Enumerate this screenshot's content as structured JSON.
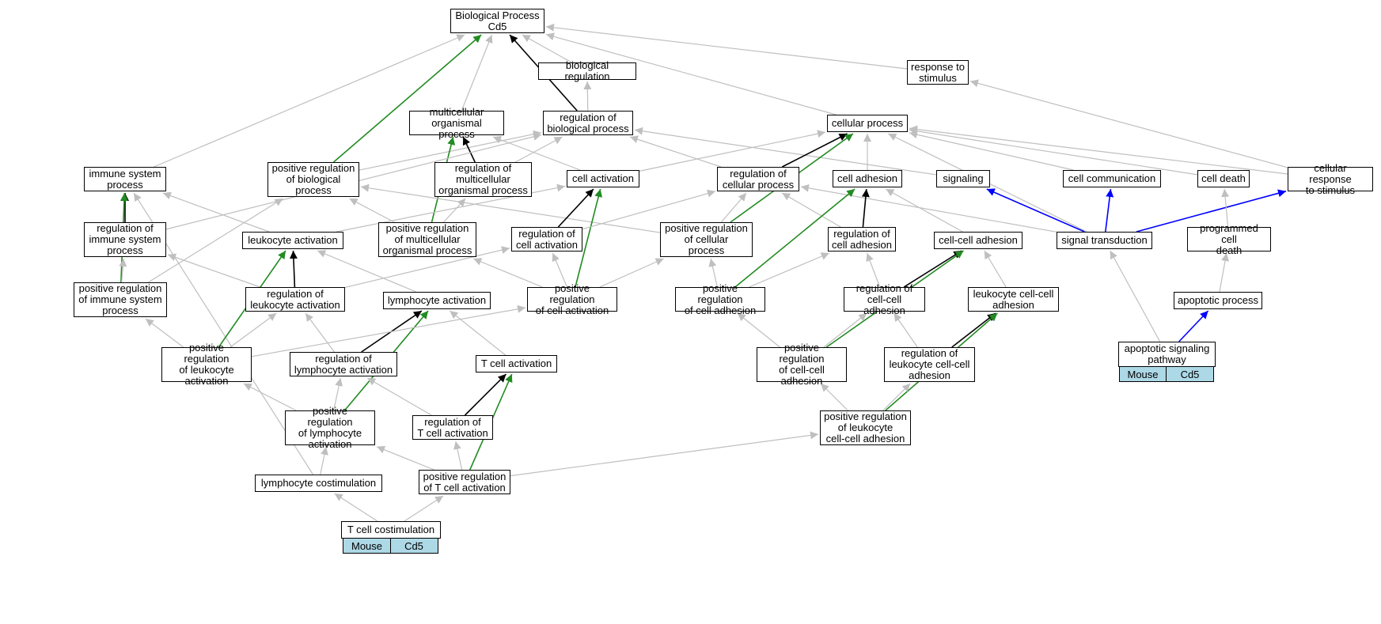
{
  "colors": {
    "gray": "#bfbfbf",
    "black": "#000000",
    "green": "#228b22",
    "blue": "#0000ff",
    "tag_bg": "#add8e6"
  },
  "nodes": [
    {
      "id": "bp",
      "label": "Biological Process\nCd5"
    },
    {
      "id": "breg",
      "label": "biological regulation"
    },
    {
      "id": "rts",
      "label": "response to\nstimulus"
    },
    {
      "id": "mop",
      "label": "multicellular\norganismal process"
    },
    {
      "id": "rbp",
      "label": "regulation of\nbiological process"
    },
    {
      "id": "cp",
      "label": "cellular process"
    },
    {
      "id": "isp",
      "label": "immune system\nprocess"
    },
    {
      "id": "prbp",
      "label": "positive regulation\nof biological\nprocess"
    },
    {
      "id": "rmop",
      "label": "regulation of\nmulticellular\norganismal process"
    },
    {
      "id": "ca",
      "label": "cell activation"
    },
    {
      "id": "rcp",
      "label": "regulation of\ncellular process"
    },
    {
      "id": "cad",
      "label": "cell adhesion"
    },
    {
      "id": "sig",
      "label": "signaling"
    },
    {
      "id": "cc",
      "label": "cell communication"
    },
    {
      "id": "cd",
      "label": "cell death"
    },
    {
      "id": "crs",
      "label": "cellular response\nto stimulus"
    },
    {
      "id": "risp",
      "label": "regulation of\nimmune system\nprocess"
    },
    {
      "id": "la",
      "label": "leukocyte activation"
    },
    {
      "id": "prmop",
      "label": "positive regulation\nof multicellular\norganismal process"
    },
    {
      "id": "rca",
      "label": "regulation of\ncell activation"
    },
    {
      "id": "prcp",
      "label": "positive regulation\nof cellular\nprocess"
    },
    {
      "id": "rcad",
      "label": "regulation of\ncell adhesion"
    },
    {
      "id": "ccad",
      "label": "cell-cell adhesion"
    },
    {
      "id": "st",
      "label": "signal transduction"
    },
    {
      "id": "pcd",
      "label": "programmed cell\ndeath"
    },
    {
      "id": "prisp",
      "label": "positive regulation\nof immune system\nprocess"
    },
    {
      "id": "rla",
      "label": "regulation of\nleukocyte activation"
    },
    {
      "id": "lya",
      "label": "lymphocyte activation"
    },
    {
      "id": "prca",
      "label": "positive regulation\nof cell activation"
    },
    {
      "id": "prcad",
      "label": "positive regulation\nof cell adhesion"
    },
    {
      "id": "rccad",
      "label": "regulation of\ncell-cell adhesion"
    },
    {
      "id": "lccad",
      "label": "leukocyte cell-cell\nadhesion"
    },
    {
      "id": "ap",
      "label": "apoptotic process"
    },
    {
      "id": "prla",
      "label": "positive regulation\nof leukocyte\nactivation"
    },
    {
      "id": "rlya",
      "label": "regulation of\nlymphocyte activation"
    },
    {
      "id": "tca",
      "label": "T cell activation"
    },
    {
      "id": "prccad",
      "label": "positive regulation\nof cell-cell\nadhesion"
    },
    {
      "id": "rlccad",
      "label": "regulation of\nleukocyte cell-cell\nadhesion"
    },
    {
      "id": "asp",
      "label": "apoptotic signaling\npathway"
    },
    {
      "id": "prlya",
      "label": "positive regulation\nof lymphocyte\nactivation"
    },
    {
      "id": "rtca",
      "label": "regulation of\nT cell activation"
    },
    {
      "id": "prlccad",
      "label": "positive regulation\nof leukocyte\ncell-cell adhesion"
    },
    {
      "id": "lyc",
      "label": "lymphocyte costimulation"
    },
    {
      "id": "prtca",
      "label": "positive regulation\nof T cell activation"
    },
    {
      "id": "tcc",
      "label": "T cell costimulation"
    }
  ],
  "tags": {
    "tcc": [
      "Mouse",
      "Cd5"
    ],
    "asp": [
      "Mouse",
      "Cd5"
    ]
  },
  "edges": [
    [
      "breg",
      "bp",
      "gray"
    ],
    [
      "rts",
      "bp",
      "gray"
    ],
    [
      "mop",
      "bp",
      "gray"
    ],
    [
      "rbp",
      "bp",
      "black"
    ],
    [
      "cp",
      "bp",
      "gray"
    ],
    [
      "isp",
      "bp",
      "gray"
    ],
    [
      "prbp",
      "bp",
      "green"
    ],
    [
      "rbp",
      "breg",
      "gray"
    ],
    [
      "crs",
      "rts",
      "gray"
    ],
    [
      "prbp",
      "rbp",
      "gray"
    ],
    [
      "rmop",
      "mop",
      "black"
    ],
    [
      "prmop",
      "mop",
      "green"
    ],
    [
      "rmop",
      "rbp",
      "gray"
    ],
    [
      "rcp",
      "rbp",
      "gray"
    ],
    [
      "risp",
      "rbp",
      "gray"
    ],
    [
      "sig",
      "rbp",
      "gray"
    ],
    [
      "ca",
      "cp",
      "gray"
    ],
    [
      "rcp",
      "cp",
      "black"
    ],
    [
      "cad",
      "cp",
      "gray"
    ],
    [
      "cc",
      "cp",
      "gray"
    ],
    [
      "cd",
      "cp",
      "gray"
    ],
    [
      "crs",
      "cp",
      "gray"
    ],
    [
      "st",
      "cp",
      "gray"
    ],
    [
      "prcp",
      "cp",
      "green"
    ],
    [
      "ca",
      "mop",
      "gray"
    ],
    [
      "risp",
      "isp",
      "black"
    ],
    [
      "prisp",
      "isp",
      "green"
    ],
    [
      "la",
      "isp",
      "gray"
    ],
    [
      "lyc",
      "isp",
      "gray"
    ],
    [
      "prisp",
      "prbp",
      "gray"
    ],
    [
      "prmop",
      "prbp",
      "gray"
    ],
    [
      "prcp",
      "prbp",
      "gray"
    ],
    [
      "prmop",
      "rmop",
      "gray"
    ],
    [
      "rca",
      "ca",
      "black"
    ],
    [
      "prca",
      "ca",
      "green"
    ],
    [
      "la",
      "ca",
      "gray"
    ],
    [
      "rca",
      "rcp",
      "gray"
    ],
    [
      "prcp",
      "rcp",
      "gray"
    ],
    [
      "rcad",
      "rcp",
      "gray"
    ],
    [
      "st",
      "rcp",
      "gray"
    ],
    [
      "rcad",
      "cad",
      "black"
    ],
    [
      "prcad",
      "cad",
      "green"
    ],
    [
      "ccad",
      "cad",
      "gray"
    ],
    [
      "st",
      "sig",
      "blue"
    ],
    [
      "st",
      "cc",
      "blue"
    ],
    [
      "st",
      "crs",
      "blue"
    ],
    [
      "pcd",
      "cd",
      "gray"
    ],
    [
      "rla",
      "risp",
      "gray"
    ],
    [
      "prisp",
      "risp",
      "gray"
    ],
    [
      "rla",
      "la",
      "black"
    ],
    [
      "prla",
      "la",
      "green"
    ],
    [
      "lya",
      "la",
      "gray"
    ],
    [
      "prca",
      "prmop",
      "gray"
    ],
    [
      "prca",
      "rca",
      "gray"
    ],
    [
      "rla",
      "rca",
      "gray"
    ],
    [
      "prca",
      "prcp",
      "gray"
    ],
    [
      "prcad",
      "prcp",
      "gray"
    ],
    [
      "prcad",
      "rcad",
      "gray"
    ],
    [
      "rccad",
      "rcad",
      "gray"
    ],
    [
      "rccad",
      "ccad",
      "black"
    ],
    [
      "prccad",
      "ccad",
      "green"
    ],
    [
      "lccad",
      "ccad",
      "gray"
    ],
    [
      "asp",
      "st",
      "gray"
    ],
    [
      "ap",
      "pcd",
      "gray"
    ],
    [
      "prla",
      "prisp",
      "gray"
    ],
    [
      "prla",
      "rla",
      "gray"
    ],
    [
      "rlya",
      "rla",
      "gray"
    ],
    [
      "rlya",
      "lya",
      "black"
    ],
    [
      "prlya",
      "lya",
      "green"
    ],
    [
      "tca",
      "lya",
      "gray"
    ],
    [
      "prla",
      "prca",
      "gray"
    ],
    [
      "prccad",
      "prcad",
      "gray"
    ],
    [
      "prccad",
      "rccad",
      "gray"
    ],
    [
      "rlccad",
      "rccad",
      "gray"
    ],
    [
      "rlccad",
      "lccad",
      "black"
    ],
    [
      "prlccad",
      "lccad",
      "green"
    ],
    [
      "asp",
      "ap",
      "blue"
    ],
    [
      "prlya",
      "prla",
      "gray"
    ],
    [
      "prlya",
      "rlya",
      "gray"
    ],
    [
      "rtca",
      "rlya",
      "gray"
    ],
    [
      "rtca",
      "tca",
      "black"
    ],
    [
      "prtca",
      "tca",
      "green"
    ],
    [
      "prlccad",
      "prccad",
      "gray"
    ],
    [
      "prlccad",
      "rlccad",
      "gray"
    ],
    [
      "prtca",
      "prlya",
      "gray"
    ],
    [
      "prtca",
      "rtca",
      "gray"
    ],
    [
      "prtca",
      "prlccad",
      "gray"
    ],
    [
      "lyc",
      "prlya",
      "gray"
    ],
    [
      "tcc",
      "lyc",
      "gray"
    ],
    [
      "tcc",
      "prtca",
      "gray"
    ]
  ]
}
